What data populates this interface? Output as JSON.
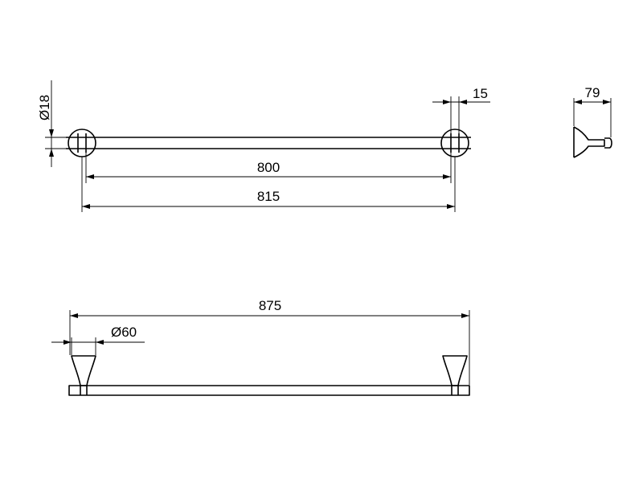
{
  "drawing": {
    "line_color": "#000000",
    "background": "#ffffff",
    "front_view": {
      "dim_tube_diameter": "Ø18",
      "dim_bracket_offset": "15",
      "dim_inner_length": "800",
      "dim_centre_length": "815"
    },
    "side_view": {
      "dim_projection": "79"
    },
    "top_view": {
      "dim_overall_length": "875",
      "dim_rosette_diameter": "Ø60"
    }
  }
}
